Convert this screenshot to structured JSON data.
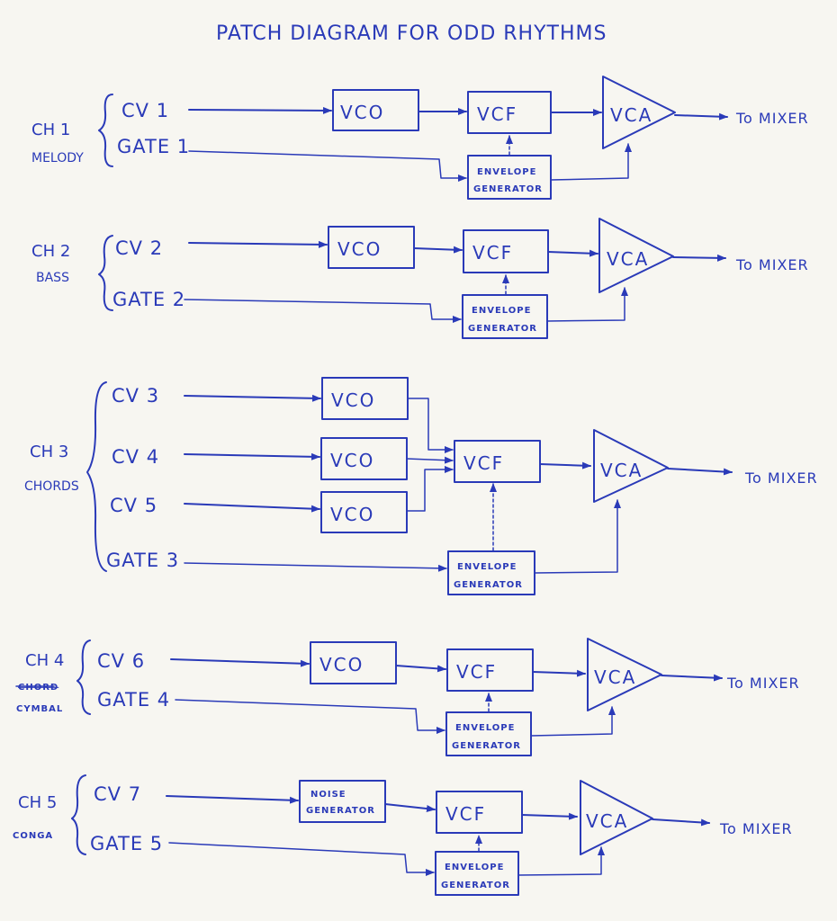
{
  "title": "PATCH DIAGRAM   FOR ODD RHYTHMS",
  "colors": {
    "ink": "#2a3ab8",
    "paper": "#f7f6f1"
  },
  "modules": {
    "vco": "VCO",
    "vcf": "VCF",
    "vca": "VCA",
    "env_line1": "ENVELOPE",
    "env_line2": "GENERATOR",
    "noise_line1": "NOISE",
    "noise_line2": "GENERATOR",
    "to_mixer": "To MIXER"
  },
  "channels": [
    {
      "channel": "CH 1",
      "role": "MELODY",
      "inputs": [
        "CV 1",
        "GATE 1"
      ]
    },
    {
      "channel": "CH 2",
      "role": "BASS",
      "inputs": [
        "CV 2",
        "GATE 2"
      ]
    },
    {
      "channel": "CH 3",
      "role": "CHORDS",
      "inputs": [
        "CV 3",
        "CV 4",
        "CV 5",
        "GATE 3"
      ]
    },
    {
      "channel": "CH 4",
      "role": "CYMBAL",
      "struck": "CHORD",
      "inputs": [
        "CV 6",
        "GATE 4"
      ]
    },
    {
      "channel": "CH 5",
      "role": "CONGA",
      "inputs": [
        "CV 7",
        "GATE 5"
      ]
    }
  ]
}
